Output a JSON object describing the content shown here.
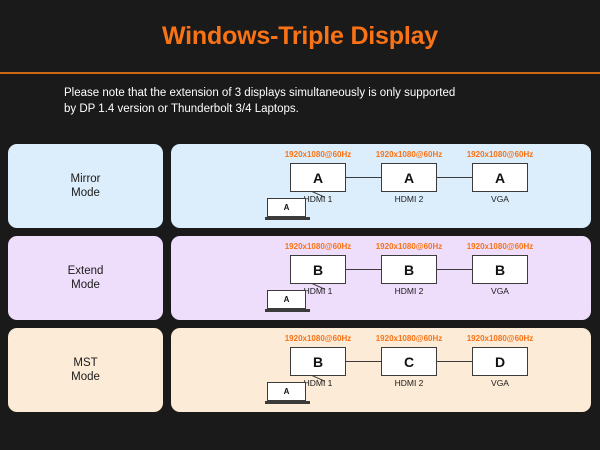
{
  "header": {
    "title": "Windows-Triple Display",
    "accent_color": "#F97316",
    "divider_color": "#C96A12",
    "background_color": "#1a1a1a"
  },
  "note": {
    "line1": "Please note that the extension of 3 displays simultaneously is only supported",
    "line2": "by DP 1.4 version or Thunderbolt 3/4 Laptops."
  },
  "rows": [
    {
      "mode_label_line1": "Mirror",
      "mode_label_line2": "Mode",
      "panel_color": "#DCEDFB",
      "source": {
        "label": "A",
        "icon": "laptop-icon"
      },
      "displays": [
        {
          "resolution": "1920x1080@60Hz",
          "screen_label": "A",
          "port": "HDMI 1"
        },
        {
          "resolution": "1920x1080@60Hz",
          "screen_label": "A",
          "port": "HDMI 2"
        },
        {
          "resolution": "1920x1080@60Hz",
          "screen_label": "A",
          "port": "VGA"
        }
      ]
    },
    {
      "mode_label_line1": "Extend",
      "mode_label_line2": "Mode",
      "panel_color": "#EEDDFB",
      "source": {
        "label": "A",
        "icon": "laptop-icon"
      },
      "displays": [
        {
          "resolution": "1920x1080@60Hz",
          "screen_label": "B",
          "port": "HDMI 1"
        },
        {
          "resolution": "1920x1080@60Hz",
          "screen_label": "B",
          "port": "HDMI 2"
        },
        {
          "resolution": "1920x1080@60Hz",
          "screen_label": "B",
          "port": "VGA"
        }
      ]
    },
    {
      "mode_label_line1": "MST",
      "mode_label_line2": "Mode",
      "panel_color": "#FCEBD6",
      "source": {
        "label": "A",
        "icon": "laptop-icon"
      },
      "displays": [
        {
          "resolution": "1920x1080@60Hz",
          "screen_label": "B",
          "port": "HDMI 1"
        },
        {
          "resolution": "1920x1080@60Hz",
          "screen_label": "C",
          "port": "HDMI 2"
        },
        {
          "resolution": "1920x1080@60Hz",
          "screen_label": "D",
          "port": "VGA"
        }
      ]
    }
  ]
}
